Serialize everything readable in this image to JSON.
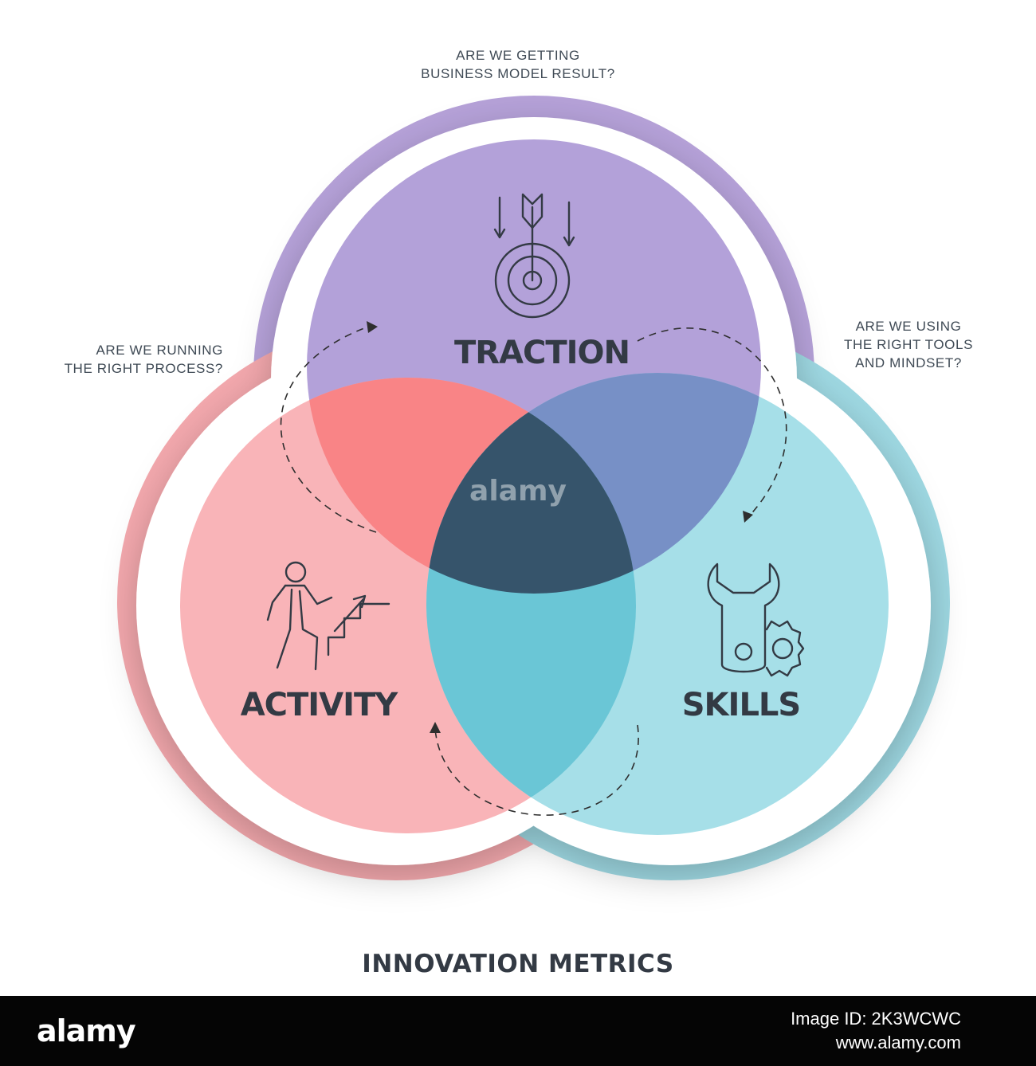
{
  "diagram": {
    "questions": {
      "traction": "ARE WE GETTING\nBUSINESS MODEL RESULT?",
      "activity": "ARE WE RUNNING\nTHE RIGHT PROCESS?",
      "skills": "ARE WE USING\nTHE RIGHT TOOLS\nAND MINDSET?"
    },
    "circles": {
      "traction": {
        "label": "TRACTION",
        "icon": "target-arrow-icon",
        "color": "#b3a1d9",
        "ring_color": "#b5a1d8"
      },
      "activity": {
        "label": "ACTIVITY",
        "icon": "person-climbing-stairs-icon",
        "color": "#f9b4b8",
        "ring_color": "#f3a8ad"
      },
      "skills": {
        "label": "SKILLS",
        "icon": "wrench-gear-icon",
        "color": "#a6dfe8",
        "ring_color": "#9ed8e2"
      }
    },
    "overlaps": {
      "traction_activity": "#f98486",
      "traction_skills": "#7790c6",
      "activity_skills": "#6ac6d6",
      "center": "#36546b"
    },
    "footer_title": "INNOVATION METRICS"
  },
  "watermark": {
    "center_text": "alamy",
    "logo": "alamy",
    "image_id": "Image ID: 2K3WCWC",
    "site": "www.alamy.com"
  }
}
